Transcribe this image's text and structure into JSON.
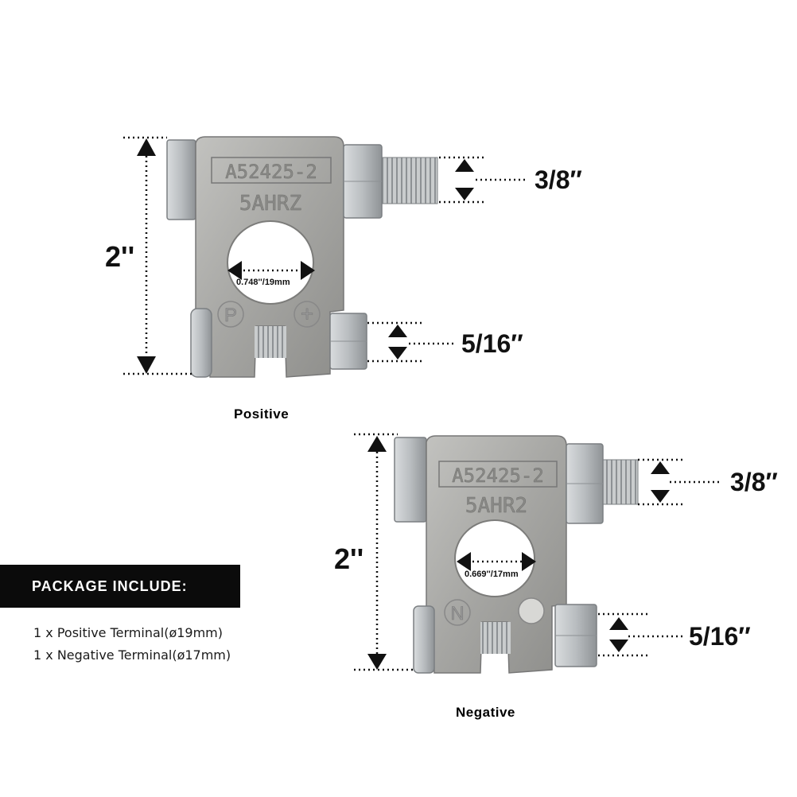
{
  "positive": {
    "label": "Positive",
    "part_number": "A52425-2",
    "code": "5AHRZ",
    "polarity_letter": "P",
    "polarity_symbol": "+",
    "height": "2''",
    "top_stud": "3/8′′",
    "bottom_bolt": "5/16′′",
    "bore": "0.748''/19mm"
  },
  "negative": {
    "label": "Negative",
    "part_number": "A52425-2",
    "code": "5AHR2",
    "polarity_letter": "N",
    "height": "2''",
    "top_stud": "3/8′′",
    "bottom_bolt": "5/16′′",
    "bore": "0.669''/17mm"
  },
  "package": {
    "title": "PACKAGE INCLUDE:",
    "items": [
      "1 x Positive Terminal(ø19mm)",
      "1 x Negative Terminal(ø17mm)"
    ]
  },
  "colors": {
    "metal": "#a9a9a6",
    "steel": "#c4c8cb",
    "banner": "#0b0b0b"
  }
}
